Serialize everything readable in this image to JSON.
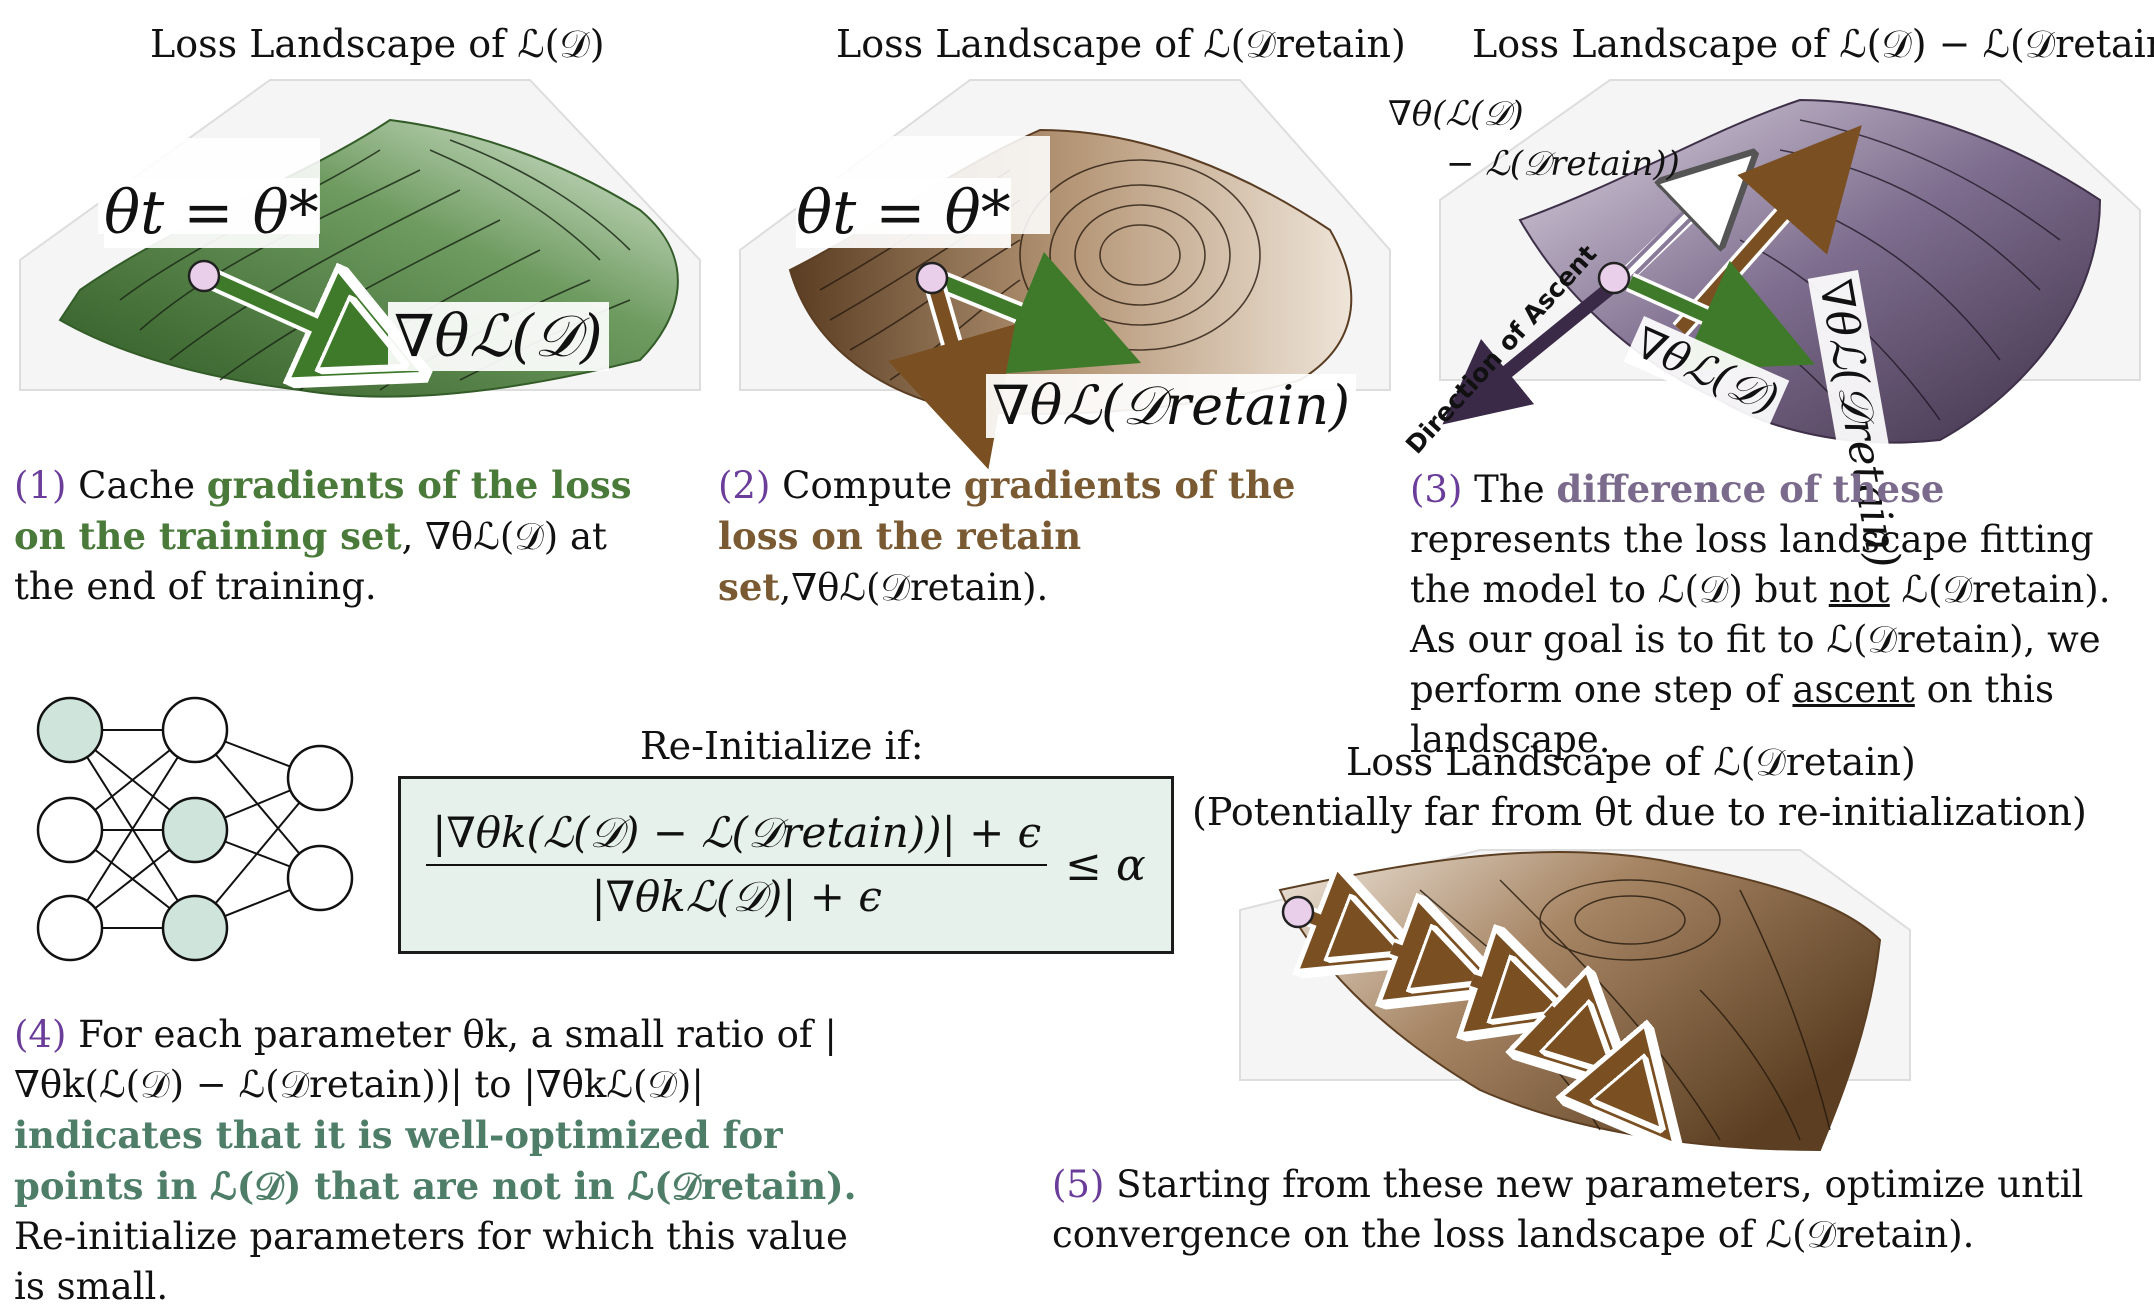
{
  "panels": {
    "p1": {
      "title": "Loss Landscape of ℒ(𝒟)",
      "theta_label": "θt = θ*",
      "grad_label": "∇θℒ(𝒟)"
    },
    "p2": {
      "title": "Loss Landscape of ℒ(𝒟retain)",
      "theta_label": "θt = θ*",
      "grad_label": "∇θℒ(𝒟retain)"
    },
    "p3": {
      "title": "Loss Landscape of ℒ(𝒟) − ℒ(𝒟retain)",
      "diff_label_line1": "∇θ(ℒ(𝒟)",
      "diff_label_line2": "− ℒ(𝒟retain))",
      "retain_label": "∇θℒ(𝒟retain)",
      "grad_label": "∇θℒ(𝒟)",
      "ascent_label": "Direction of Ascent"
    },
    "p5": {
      "title_line1": "Loss Landscape of ℒ(𝒟retain)",
      "title_line2": "(Potentially far from θt due to re-initialization)"
    }
  },
  "captions": {
    "c1": {
      "num": "(1)",
      "t1": " Cache ",
      "hl": "gradients of the loss on the training set",
      "t2": ", ∇θℒ(𝒟) at the end of training."
    },
    "c2": {
      "num": "(2)",
      "t1": " Compute ",
      "hl": "gradients of the loss on the retain set",
      "t2": ",∇θℒ(𝒟retain)."
    },
    "c3": {
      "num": "(3)",
      "t1": " The ",
      "hl": "difference of these",
      "t2": " represents the loss landscape fitting the model to ℒ(𝒟) but ",
      "u1": "not",
      "t3": " ℒ(𝒟retain). As our goal is to fit to ℒ(𝒟retain), we perform one step of ",
      "u2": "ascent",
      "t4": " on this landscape."
    },
    "c4": {
      "num": "(4)",
      "t1": " For each parameter θk, a small ratio of |∇θk(ℒ(𝒟) − ℒ(𝒟retain))| to |∇θkℒ(𝒟)| ",
      "hl": "indicates that it is well-optimized for points in ℒ(𝒟) that are not in ℒ(𝒟retain).",
      "t2": " Re-initialize parameters for which this value is small."
    },
    "c5": {
      "num": "(5)",
      "t1": " Starting from these new parameters, optimize until convergence on the loss landscape of ℒ(𝒟retain)."
    }
  },
  "reinit": {
    "heading": "Re-Initialize if:",
    "numerator": "|∇θk(ℒ(𝒟) − ℒ(𝒟retain))| + ϵ",
    "denominator": "|∇θkℒ(𝒟)| + ϵ",
    "rhs": "≤ α"
  },
  "colors": {
    "green_surface": "#5b8a4e",
    "brown_surface": "#8a6a48",
    "purple_surface": "#5e4f6c",
    "green_arrow": "#3f7a2a",
    "brown_arrow": "#7a4f22",
    "ascent_arrow": "#3a2a48",
    "point": "#e9cfe9",
    "box_fill": "#e6f1ec",
    "node_fill": "#cfe5dc",
    "caption_num": "#6a3d9a"
  }
}
